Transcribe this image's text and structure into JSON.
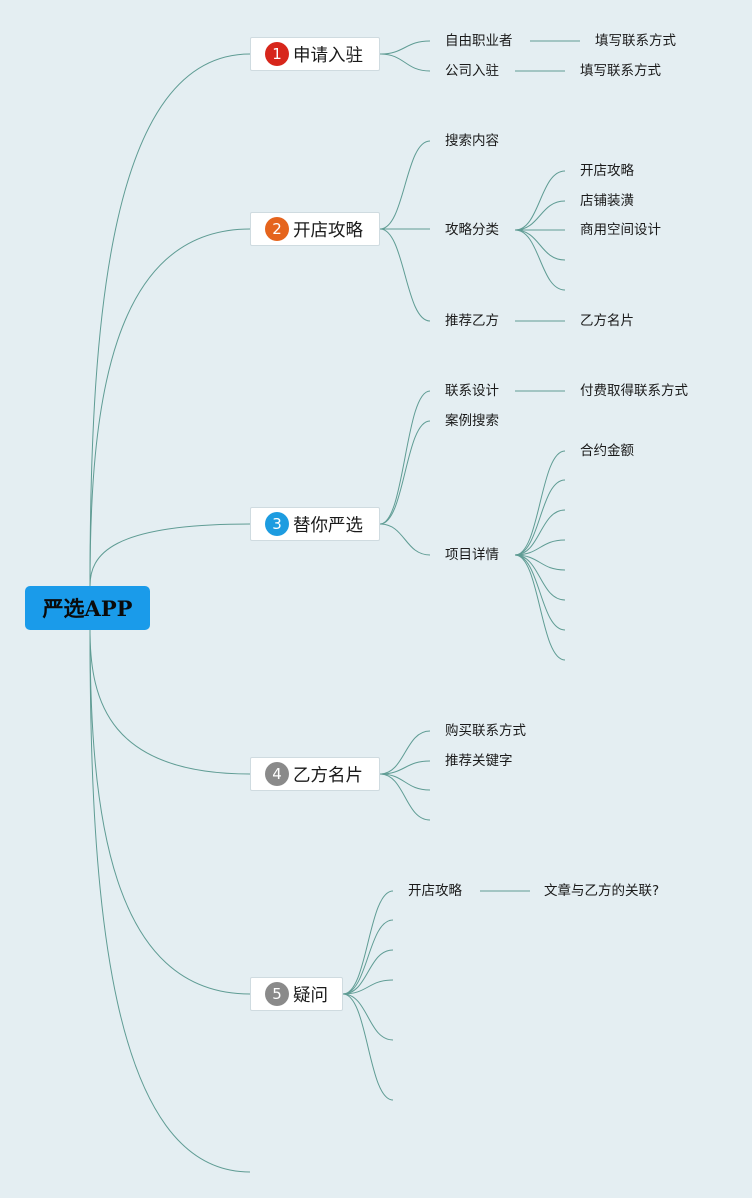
{
  "root": {
    "label": "严选APP",
    "color": "#1a9bea"
  },
  "branches": [
    {
      "num": "1",
      "label": "申请入驻",
      "color": "#d7261b",
      "children": [
        {
          "label": "自由职业者",
          "children": [
            "填写联系方式"
          ]
        },
        {
          "label": "公司入驻",
          "children": [
            "填写联系方式"
          ]
        }
      ]
    },
    {
      "num": "2",
      "label": "开店攻略",
      "color": "#e5641d",
      "children": [
        {
          "label": "搜索内容"
        },
        {
          "label": "攻略分类",
          "children": [
            "开店攻略",
            "店铺装潢",
            "商用空间设计",
            "",
            ""
          ]
        },
        {
          "label": "推荐乙方",
          "children": [
            "乙方名片"
          ]
        }
      ]
    },
    {
      "num": "3",
      "label": "替你严选",
      "color": "#1d9ce0",
      "children": [
        {
          "label": "联系设计",
          "children": [
            "付费取得联系方式"
          ]
        },
        {
          "label": "案例搜索"
        },
        {
          "label": "项目详情",
          "children": [
            "合约金额",
            "",
            "",
            "",
            "",
            "",
            "",
            ""
          ]
        }
      ]
    },
    {
      "num": "4",
      "label": "乙方名片",
      "color": "#8a8a8a",
      "children": [
        {
          "label": "购买联系方式"
        },
        {
          "label": "推荐关键字"
        },
        {
          "label": ""
        },
        {
          "label": ""
        }
      ]
    },
    {
      "num": "5",
      "label": "疑问",
      "color": "#8a8a8a",
      "children": [
        {
          "label": "开店攻略",
          "children": [
            "文章与乙方的关联?"
          ]
        },
        {
          "label": ""
        },
        {
          "label": ""
        },
        {
          "label": ""
        },
        {
          "label": ""
        },
        {
          "label": ""
        }
      ]
    },
    {
      "empty": true
    }
  ]
}
